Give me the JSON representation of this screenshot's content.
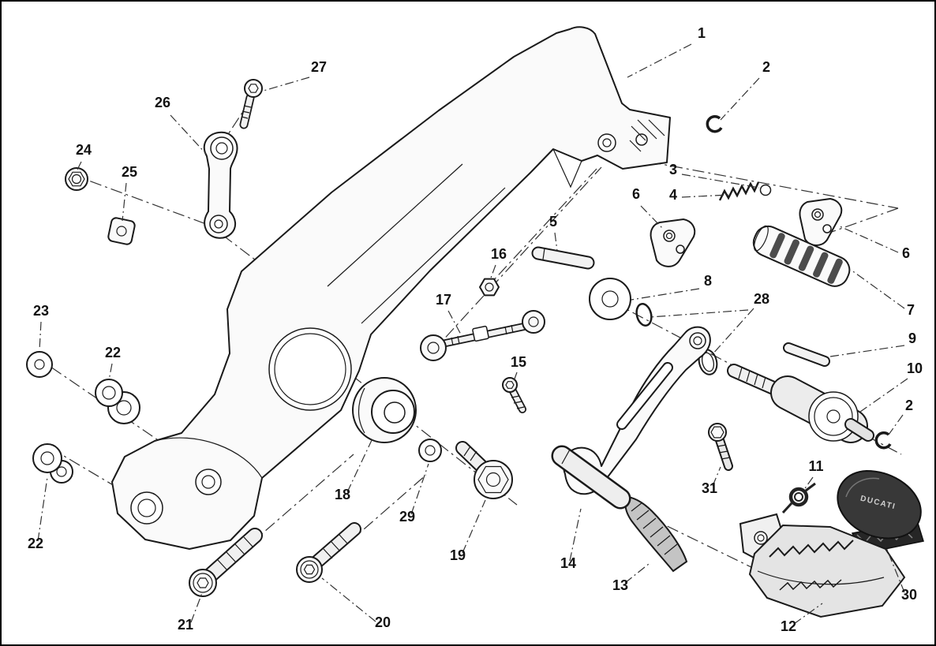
{
  "diagram": {
    "type": "exploded-parts-diagram",
    "subject": "Motorcycle footrest / footpeg assembly",
    "line_color": "#1a1a1a",
    "background": "#ffffff",
    "brand": "DUCATI"
  },
  "labels": [
    "1",
    "2",
    "27",
    "26",
    "24",
    "25",
    "3",
    "4",
    "6",
    "6",
    "5",
    "16",
    "7",
    "8",
    "17",
    "28",
    "9",
    "23",
    "22",
    "10",
    "2",
    "15",
    "18",
    "29",
    "19",
    "31",
    "11",
    "14",
    "13",
    "30",
    "12",
    "22",
    "21",
    "20"
  ]
}
